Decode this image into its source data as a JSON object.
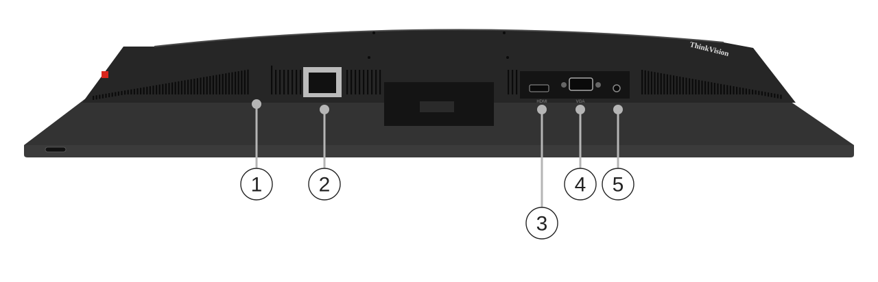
{
  "figure": {
    "brand_logo": "ThinkVision",
    "port_labels": [
      "HDMI",
      "VGA"
    ],
    "callouts": [
      {
        "number": "1"
      },
      {
        "number": "2"
      },
      {
        "number": "3"
      },
      {
        "number": "4"
      },
      {
        "number": "5"
      }
    ],
    "colors": {
      "body": "#2a2a2a",
      "body_edge": "#4a4a4a",
      "callout_line": "#b5b5b5",
      "accent_red": "#d9261c"
    }
  }
}
